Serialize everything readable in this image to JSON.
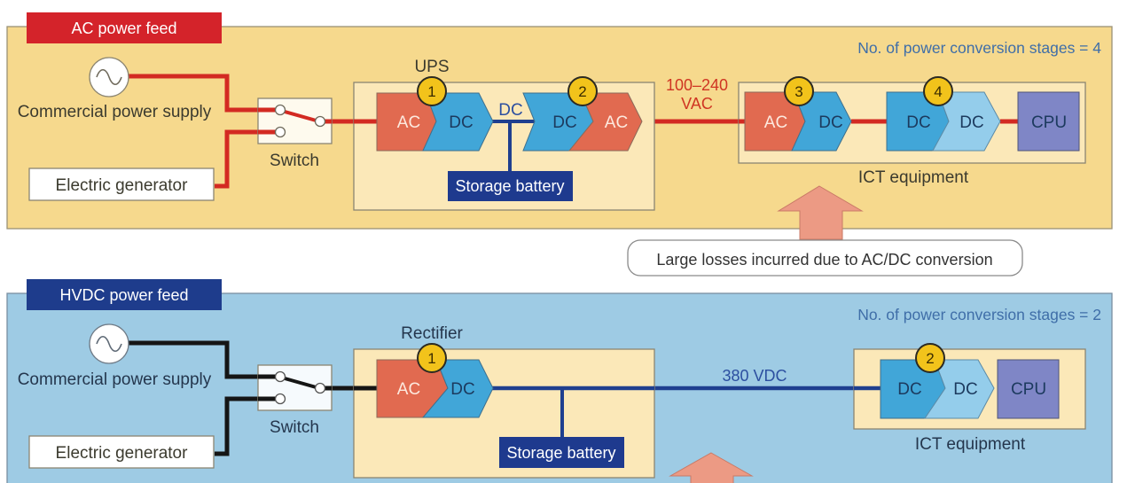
{
  "colors": {
    "ac_panel_bg": "#f6d98d",
    "ac_tag_bg": "#d4232a",
    "hvdc_panel_bg": "#9ecbe4",
    "hvdc_tag_bg": "#1e3c8c",
    "inner_box_bg": "#fbe8b8",
    "ac_block": "#e16a50",
    "dc_block": "#41a6d8",
    "dc_light_block": "#94cdeb",
    "cpu_block": "#7f86c6",
    "badge": "#f2c31b",
    "battery": "#1e3a8e",
    "ac_line": "#d32a22",
    "dc_line": "#1f3f8f",
    "black_line": "#151515",
    "ac_text": "#cf3523",
    "dc_text": "#2c4fa0",
    "arrow": "#ec9a84"
  },
  "ac_section": {
    "tag": "AC power feed",
    "stage_count_label": "No. of power conversion stages = 4",
    "commercial_supply_label": "Commercial power supply",
    "generator_label": "Electric generator",
    "switch_label": "Switch",
    "ups_label": "UPS",
    "ups_stages": [
      {
        "badge": "1",
        "from": "AC",
        "to": "DC"
      },
      {
        "badge": "2",
        "from": "DC",
        "to": "AC"
      }
    ],
    "bus_label": "DC",
    "battery_label": "Storage battery",
    "voltage_label_line1": "100–240",
    "voltage_label_line2": "VAC",
    "ict_stages": [
      {
        "badge": "3",
        "from": "AC",
        "to": "DC"
      },
      {
        "badge": "4",
        "from": "DC",
        "to": "DC"
      }
    ],
    "cpu_label": "CPU",
    "ict_label": "ICT equipment"
  },
  "callout": {
    "text": "Large losses incurred due to AC/DC conversion"
  },
  "hvdc_section": {
    "tag": "HVDC power feed",
    "stage_count_label": "No. of power conversion stages = 2",
    "commercial_supply_label": "Commercial power supply",
    "generator_label": "Electric generator",
    "switch_label": "Switch",
    "rectifier_label": "Rectifier",
    "rectifier_stage": {
      "badge": "1",
      "from": "AC",
      "to": "DC"
    },
    "battery_label": "Storage battery",
    "voltage_label": "380 VDC",
    "ict_stage": {
      "badge": "2",
      "from": "DC",
      "to": "DC"
    },
    "cpu_label": "CPU",
    "ict_label": "ICT equipment"
  }
}
